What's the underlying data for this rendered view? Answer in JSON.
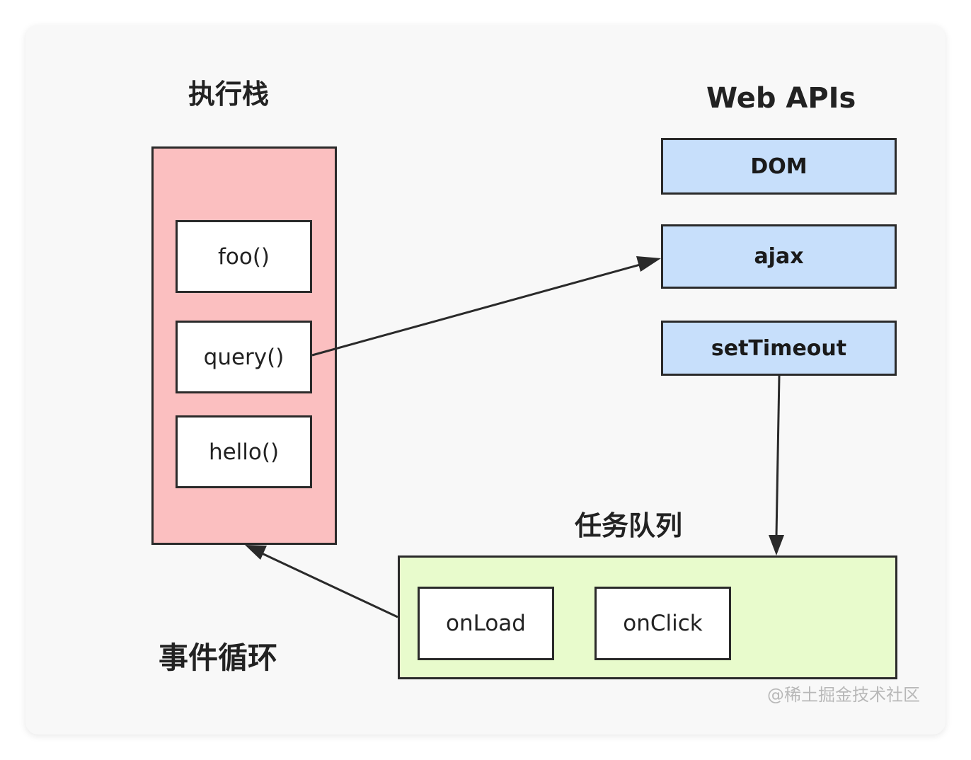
{
  "labels": {
    "call_stack": "执行栈",
    "web_apis": "Web APIs",
    "task_queue": "任务队列",
    "event_loop": "事件循环"
  },
  "call_stack": {
    "items": [
      "foo()",
      "query()",
      "hello()"
    ]
  },
  "web_apis": {
    "items": [
      "DOM",
      "ajax",
      "setTimeout"
    ]
  },
  "task_queue": {
    "items": [
      "onLoad",
      "onClick"
    ]
  },
  "connections": [
    {
      "from": "query()",
      "to": "ajax"
    },
    {
      "from": "setTimeout",
      "to": "任务队列"
    },
    {
      "from": "任务队列",
      "to": "执行栈"
    }
  ],
  "watermark": "@稀土掘金技术社区",
  "colors": {
    "call_stack_fill": "#fbbfc0",
    "web_api_fill": "#c7dffb",
    "task_queue_fill": "#e8fbcc",
    "function_box_fill": "#ffffff",
    "border": "#2a2a2a",
    "card_background": "#f8f8f8"
  }
}
